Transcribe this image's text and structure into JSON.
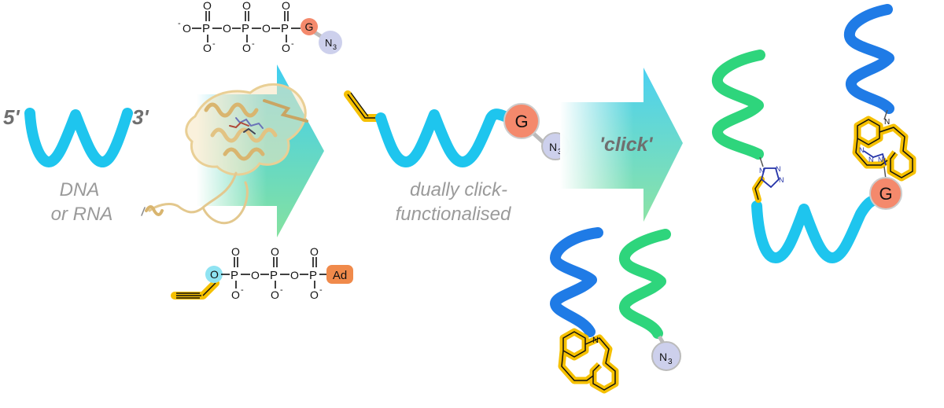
{
  "labels": {
    "five_prime": "5'",
    "three_prime": "3'",
    "dna": "DNA",
    "or_rna": "or RNA",
    "dually_1": "dually click-",
    "dually_2": "functionalised",
    "click": "'click'"
  },
  "chem": {
    "o": "O",
    "p": "P",
    "o_minus": "O",
    "minus": "-",
    "g": "G",
    "n3_n": "N",
    "n3_sub": "3",
    "ad": "Ad",
    "n": "N"
  },
  "colors": {
    "cyan_strand": "#1ec5ee",
    "blue_strand": "#1f7be6",
    "green_strand": "#2ed57c",
    "guanosine": "#f4896c",
    "azide": "#cdd0ec",
    "alkyne_glow": "#f5c000",
    "phosphate_o_highlight": "#8fe3f2",
    "adenosine": "#f08a4b"
  }
}
